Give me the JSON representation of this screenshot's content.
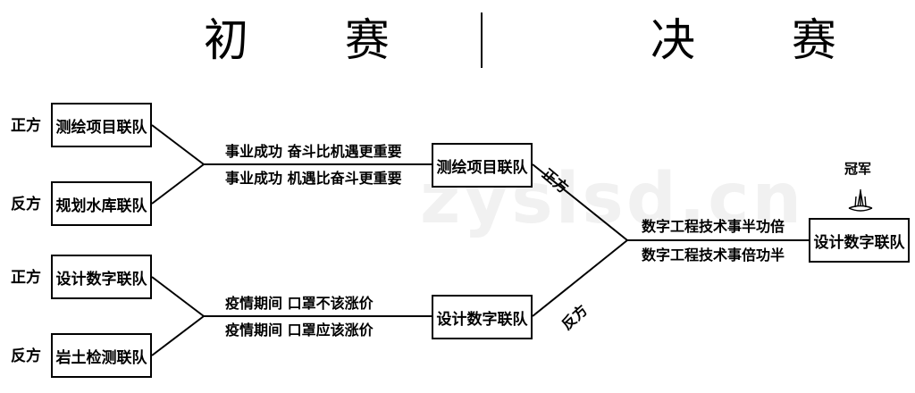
{
  "header": {
    "prelim_title": "初 赛",
    "final_title": "决 赛"
  },
  "round1": {
    "match1": {
      "pro_label": "正方",
      "pro_team": "测绘项目联队",
      "con_label": "反方",
      "con_team": "规划水库联队",
      "motion_pro": "事业成功 奋斗比机遇更重要",
      "motion_con": "事业成功 机遇比奋斗更重要"
    },
    "match2": {
      "pro_label": "正方",
      "pro_team": "设计数字联队",
      "con_label": "反方",
      "con_team": "岩土检测联队",
      "motion_pro": "疫情期间 口罩不该涨价",
      "motion_con": "疫情期间 口罩应该涨价"
    }
  },
  "final": {
    "pro_label": "正方",
    "pro_team": "测绘项目联队",
    "con_label": "反方",
    "con_team": "设计数字联队",
    "motion_pro": "数字工程技术事半功倍",
    "motion_con": "数字工程技术事倍功半",
    "champion_label": "冠军",
    "champion_team": "设计数字联队"
  },
  "watermark": "zyslsd.cn",
  "icons": [
    "trophy-icon"
  ]
}
